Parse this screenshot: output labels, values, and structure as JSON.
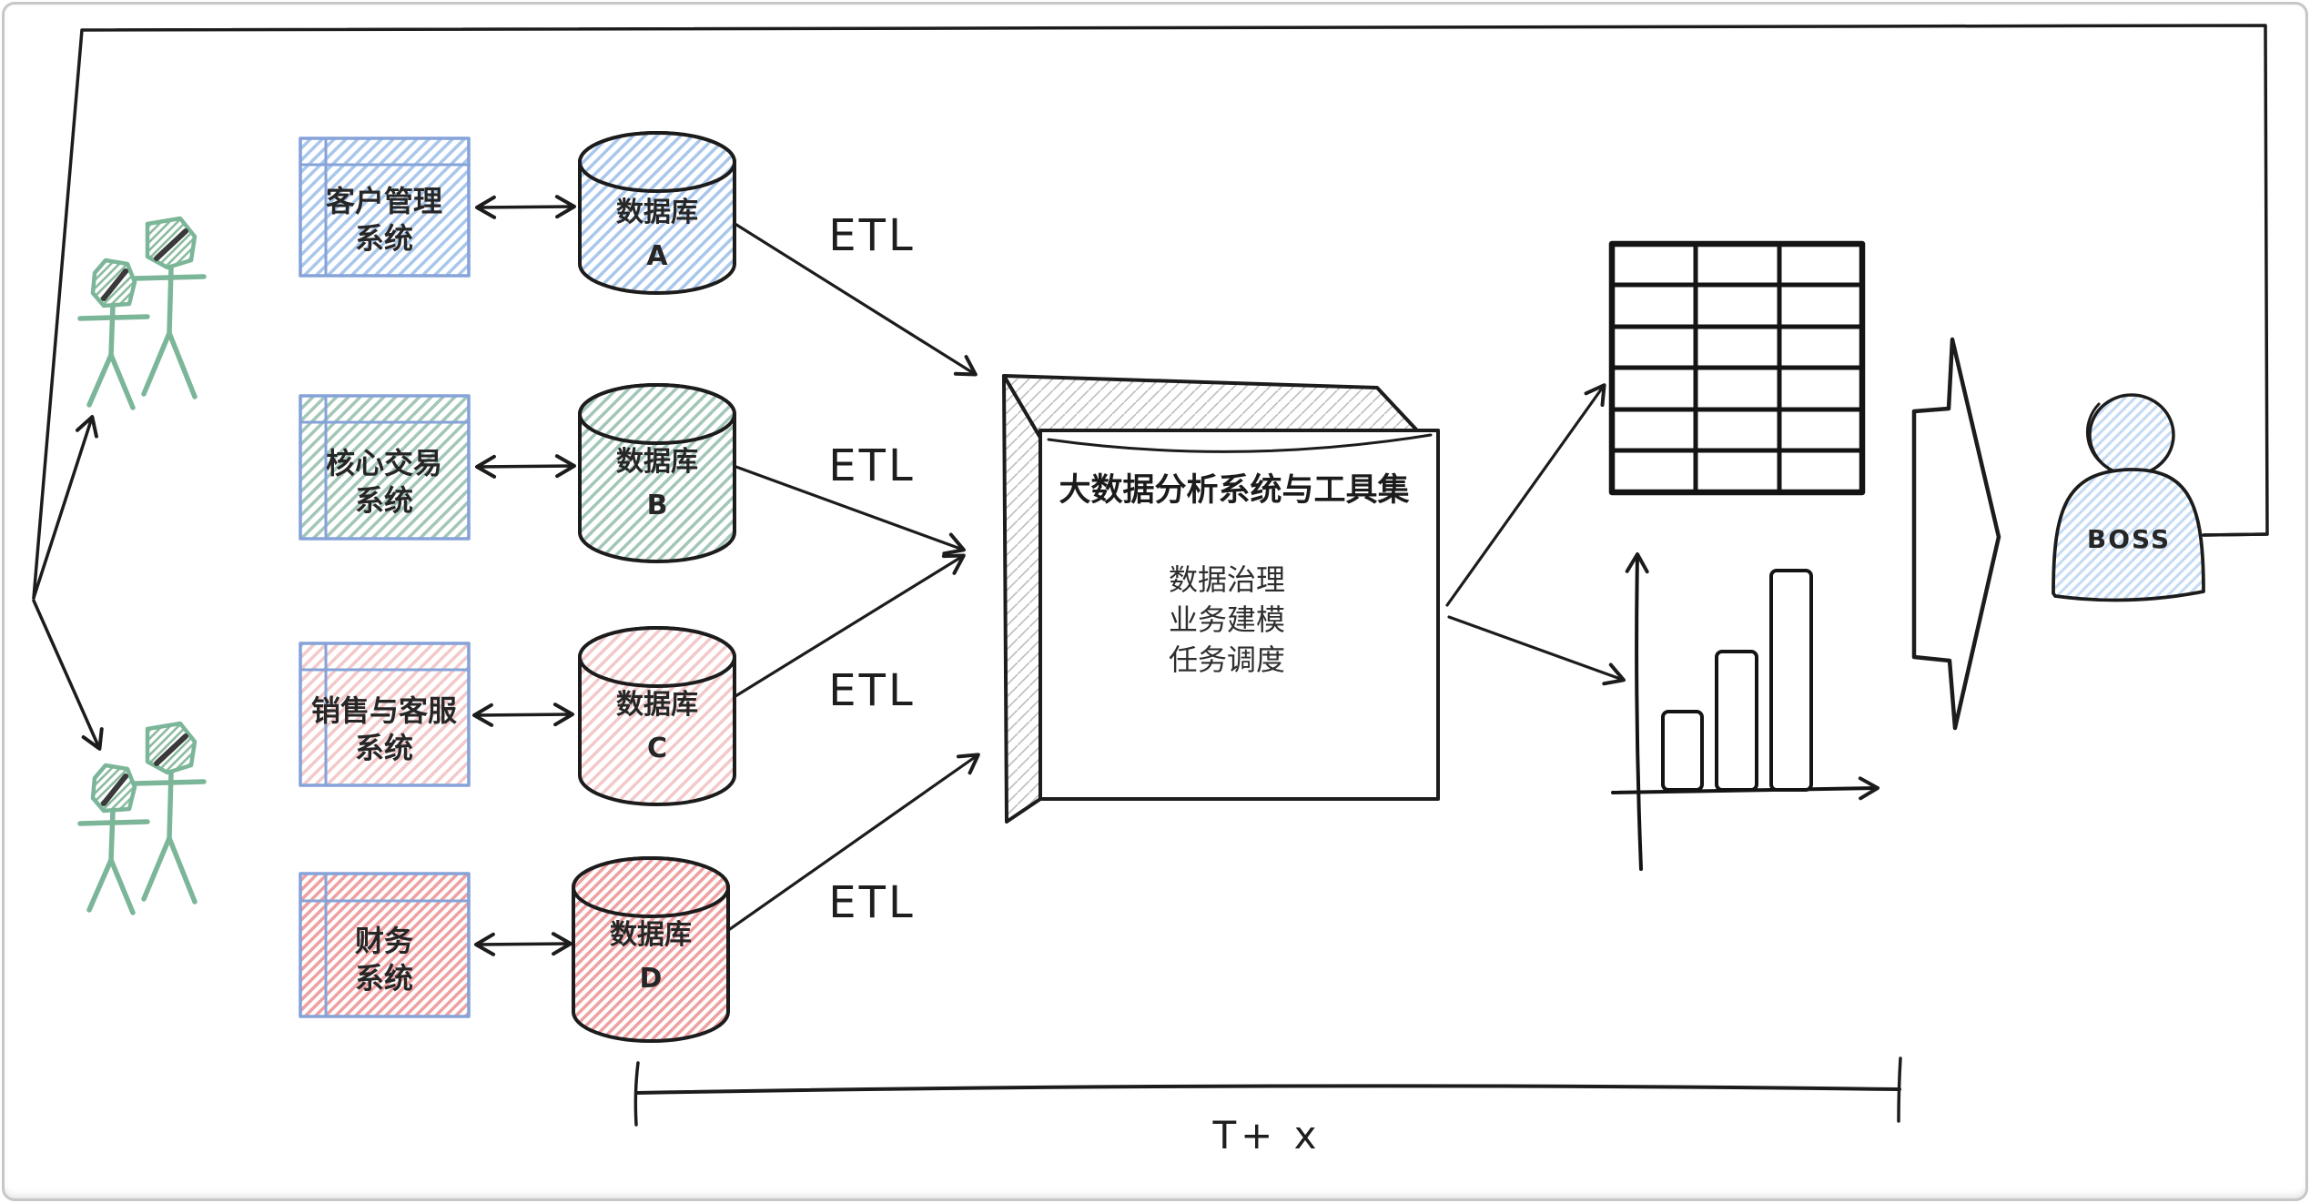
{
  "diagram": {
    "kind": "hand-drawn data architecture sketch",
    "systems": [
      {
        "id": "crm",
        "label_line1": "客户管理",
        "label_line2": "系统",
        "hatch": "#a9c7eb"
      },
      {
        "id": "core-trading",
        "label_line1": "核心交易",
        "label_line2": "系统",
        "hatch": "#a3c6b7"
      },
      {
        "id": "sales-service",
        "label_line1": "销售与客服",
        "label_line2": "系统",
        "hatch": "#f3c9c9"
      },
      {
        "id": "finance",
        "label_line1": "财务",
        "label_line2": "系统",
        "hatch": "#efa0a0"
      }
    ],
    "databases": [
      {
        "label": "数据库",
        "letter": "A",
        "hatch": "#a9c7eb"
      },
      {
        "label": "数据库",
        "letter": "B",
        "hatch": "#a3c6b7"
      },
      {
        "label": "数据库",
        "letter": "C",
        "hatch": "#f3c9c9"
      },
      {
        "label": "数据库",
        "letter": "D",
        "hatch": "#efa0a0"
      }
    ],
    "etl_labels": [
      "ETL",
      "ETL",
      "ETL",
      "ETL"
    ],
    "platform": {
      "title": "大数据分析系统与工具集",
      "functions": [
        "数据治理",
        "业务建模",
        "任务调度"
      ]
    },
    "outputs": {
      "table_icon": "report-table-icon",
      "chart_icon": "bar-chart-icon",
      "table_rows": 6,
      "table_cols": 3,
      "chart_bars": 3
    },
    "boss": {
      "label": "BOSS"
    },
    "timeline": {
      "label": "T+ x"
    },
    "users": {
      "groups": 2,
      "figures_per_group": 2
    }
  },
  "palette": {
    "ink": "#1c1c1c",
    "frame": "#c7c7c7",
    "system_border": "#85a3d8",
    "hatch_blue": "#a9c7eb",
    "hatch_teal": "#a3c6b7",
    "hatch_pink": "#f3c9c9",
    "hatch_red": "#efa0a0",
    "boss_hatch": "#c3daf3",
    "figure_green": "#7cb699"
  }
}
